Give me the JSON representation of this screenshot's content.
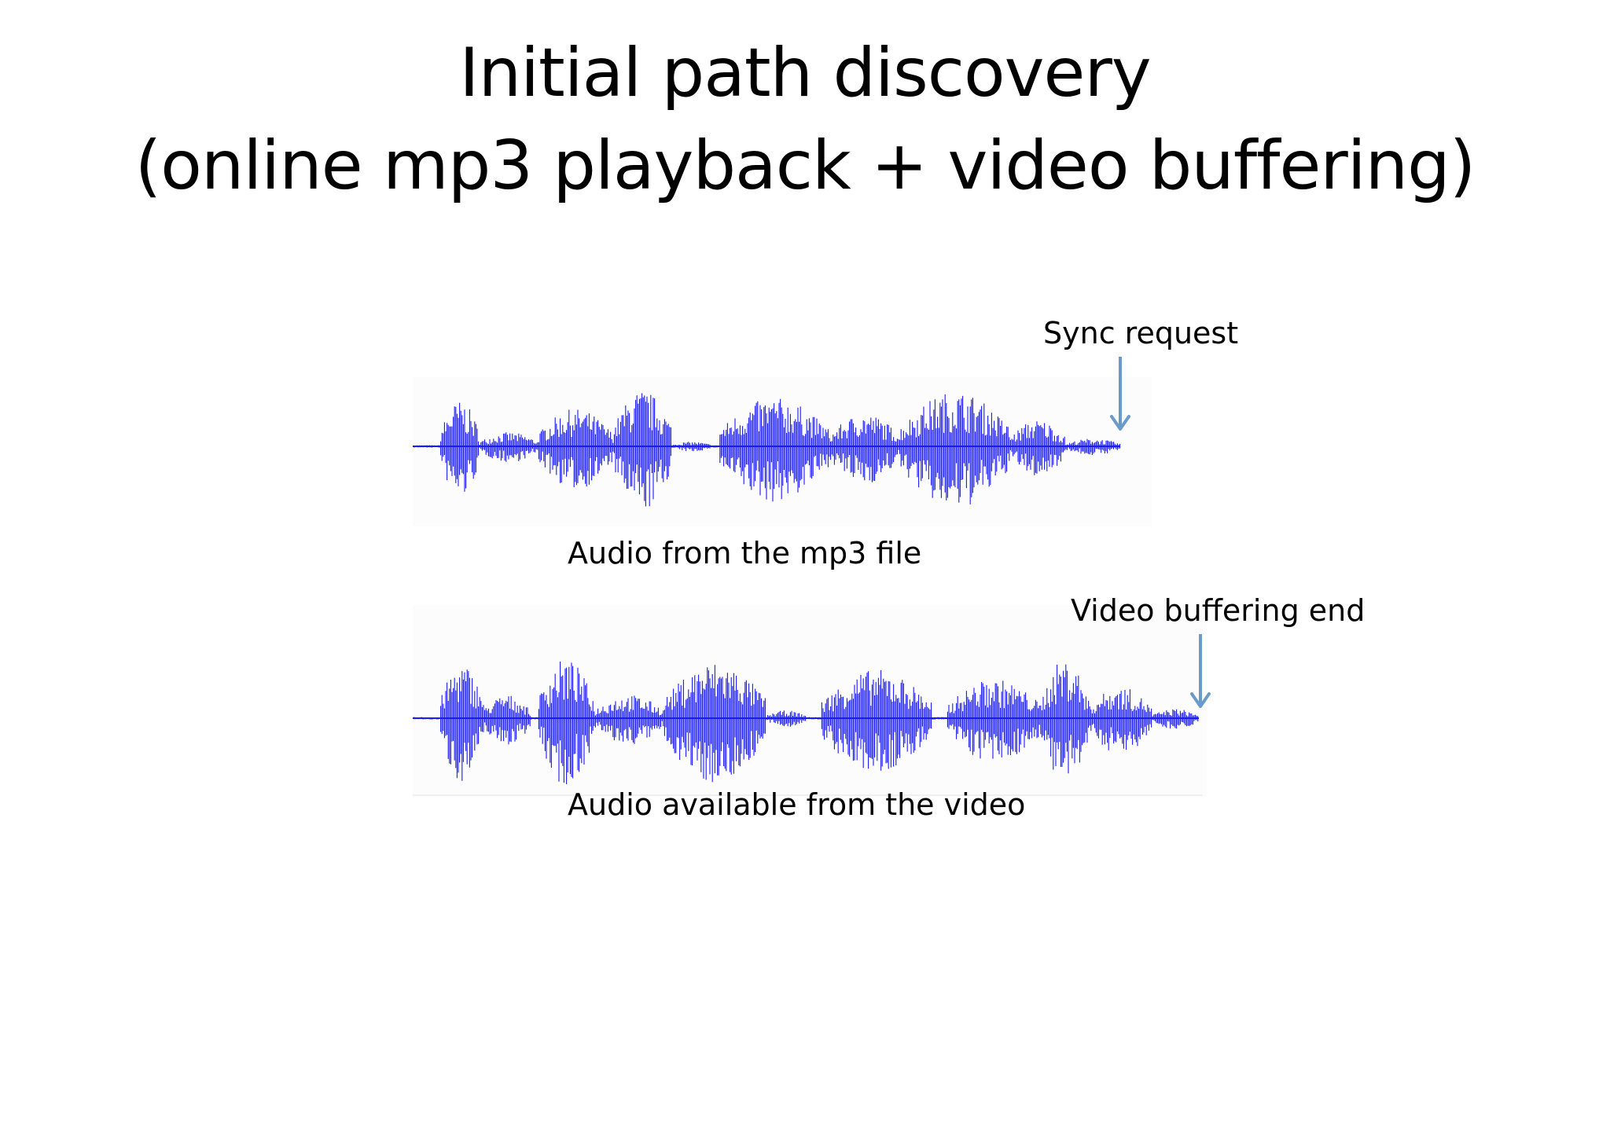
{
  "slide": {
    "title_line_1": "Initial path discovery",
    "title_line_2": "(online mp3 playback  + video buffering)"
  },
  "annotations": {
    "sync_request": "Sync request",
    "video_buffering_end": "Video buffering end"
  },
  "waveforms": {
    "mp3_caption": "Audio from the mp3 file",
    "video_caption": "Audio available from the video",
    "color": "#1a1aff"
  },
  "arrows": {
    "color": "#6a9bc8",
    "icon": "down-arrow-icon"
  }
}
